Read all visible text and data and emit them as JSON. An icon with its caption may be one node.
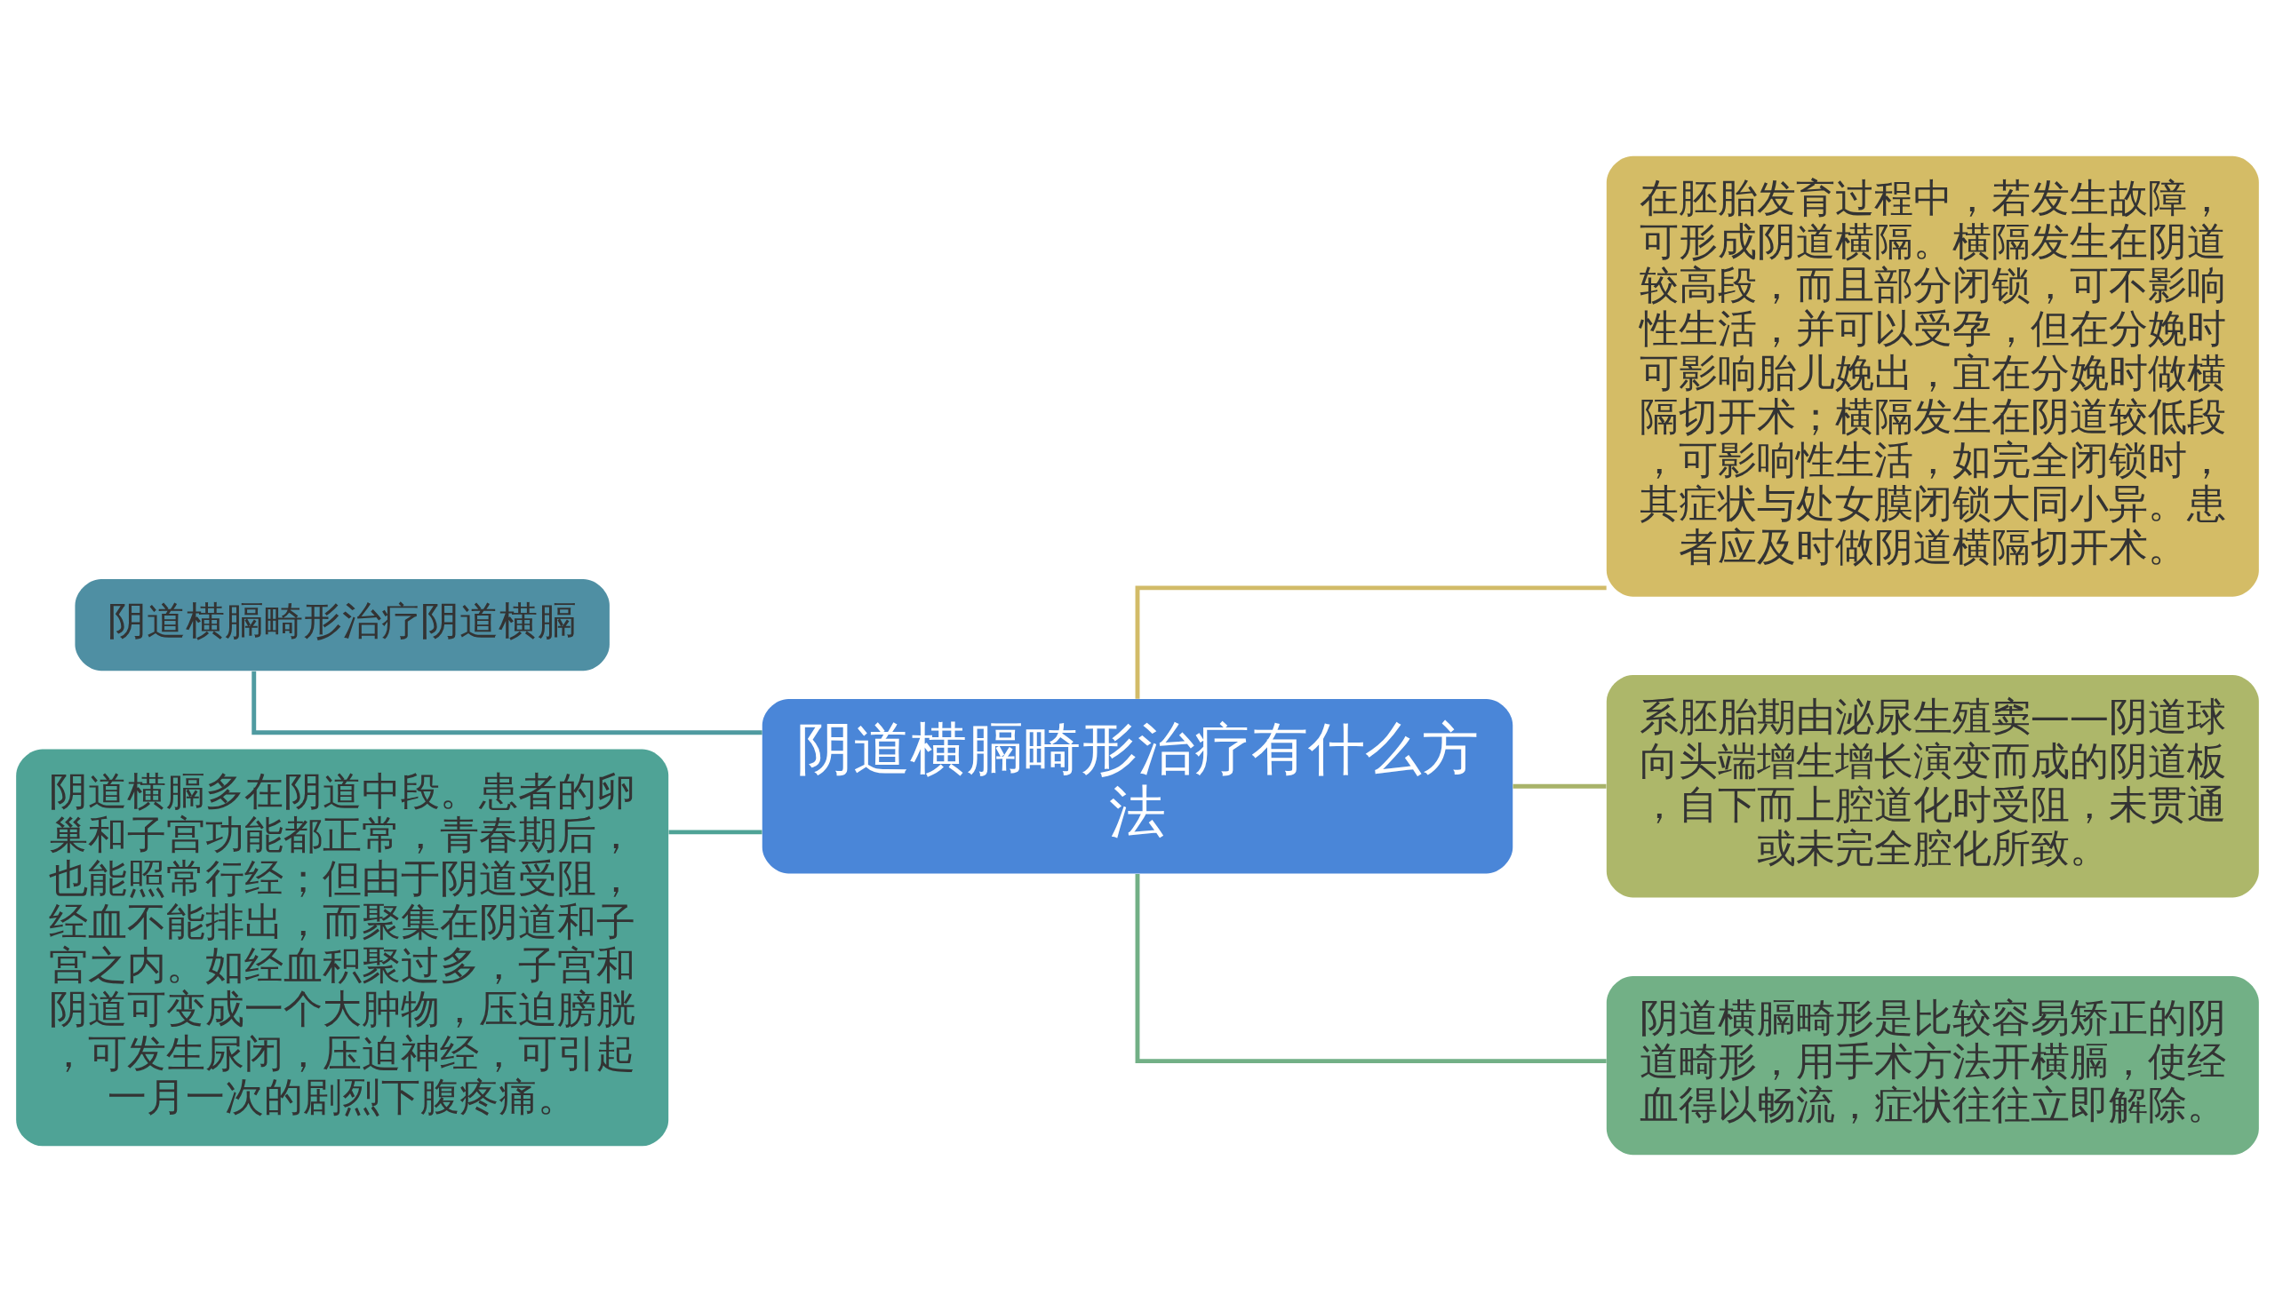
{
  "diagram": {
    "nodes": [
      {
        "text": [
          "阴道横膈畸形治疗有什么方法"
        ]
      },
      {
        "text": [
          "阴道横膈畸形治疗阴道横膈"
        ]
      },
      {
        "text": [
          "阴道横膈多在阴道中段。患者的卵巢和子宫功能都正常，青春期后，也能照常行经；但由于阴道受阻，经血不能排出，而聚集在阴道和子宫之内。如经血积聚过多，子宫和阴道可变成一个大肿物，压迫膀胱，可发生尿闭，压迫神经，可引起一月一次的剧烈下腹疼痛。"
        ]
      },
      {
        "text": [
          "在胚胎发育过程中，若发生故障，可形成阴道横隔。横隔发生在阴道较高段，而且部分闭锁，可不影响性生活，并可以受孕，但在分娩时可影响胎儿娩出，宜在分娩时做横隔切开术；横隔发生在阴道较低段，可影响性生活，如完全闭锁时，其症状与处女膜闭锁大同小异。患者应及时做阴道横隔切开术。"
        ]
      },
      {
        "text": [
          "系胚胎期由泌尿生殖窦——阴道球向头端增生增长演变而成的阴道板，自下而上腔道化时受阻，未贯通或未完全腔化所致。"
        ]
      },
      {
        "text": [
          "阴道横膈畸形是比较容易矫正的阴道畸形，用手术方法开横膈，使经血得以畅流，症状往往立即解除。"
        ]
      }
    ],
    "edges": [
      {
        "from": 0,
        "to": 1,
        "arrow": "none",
        "color": "#4f9aa0"
      },
      {
        "from": 0,
        "to": 2,
        "arrow": "none",
        "color": "#4fa396"
      },
      {
        "from": 0,
        "to": 3,
        "arrow": "none",
        "color": "#d2bb68"
      },
      {
        "from": 0,
        "to": 4,
        "arrow": "none",
        "color": "#a8b36a"
      },
      {
        "from": 0,
        "to": 5,
        "arrow": "none",
        "color": "#72b086"
      }
    ]
  }
}
